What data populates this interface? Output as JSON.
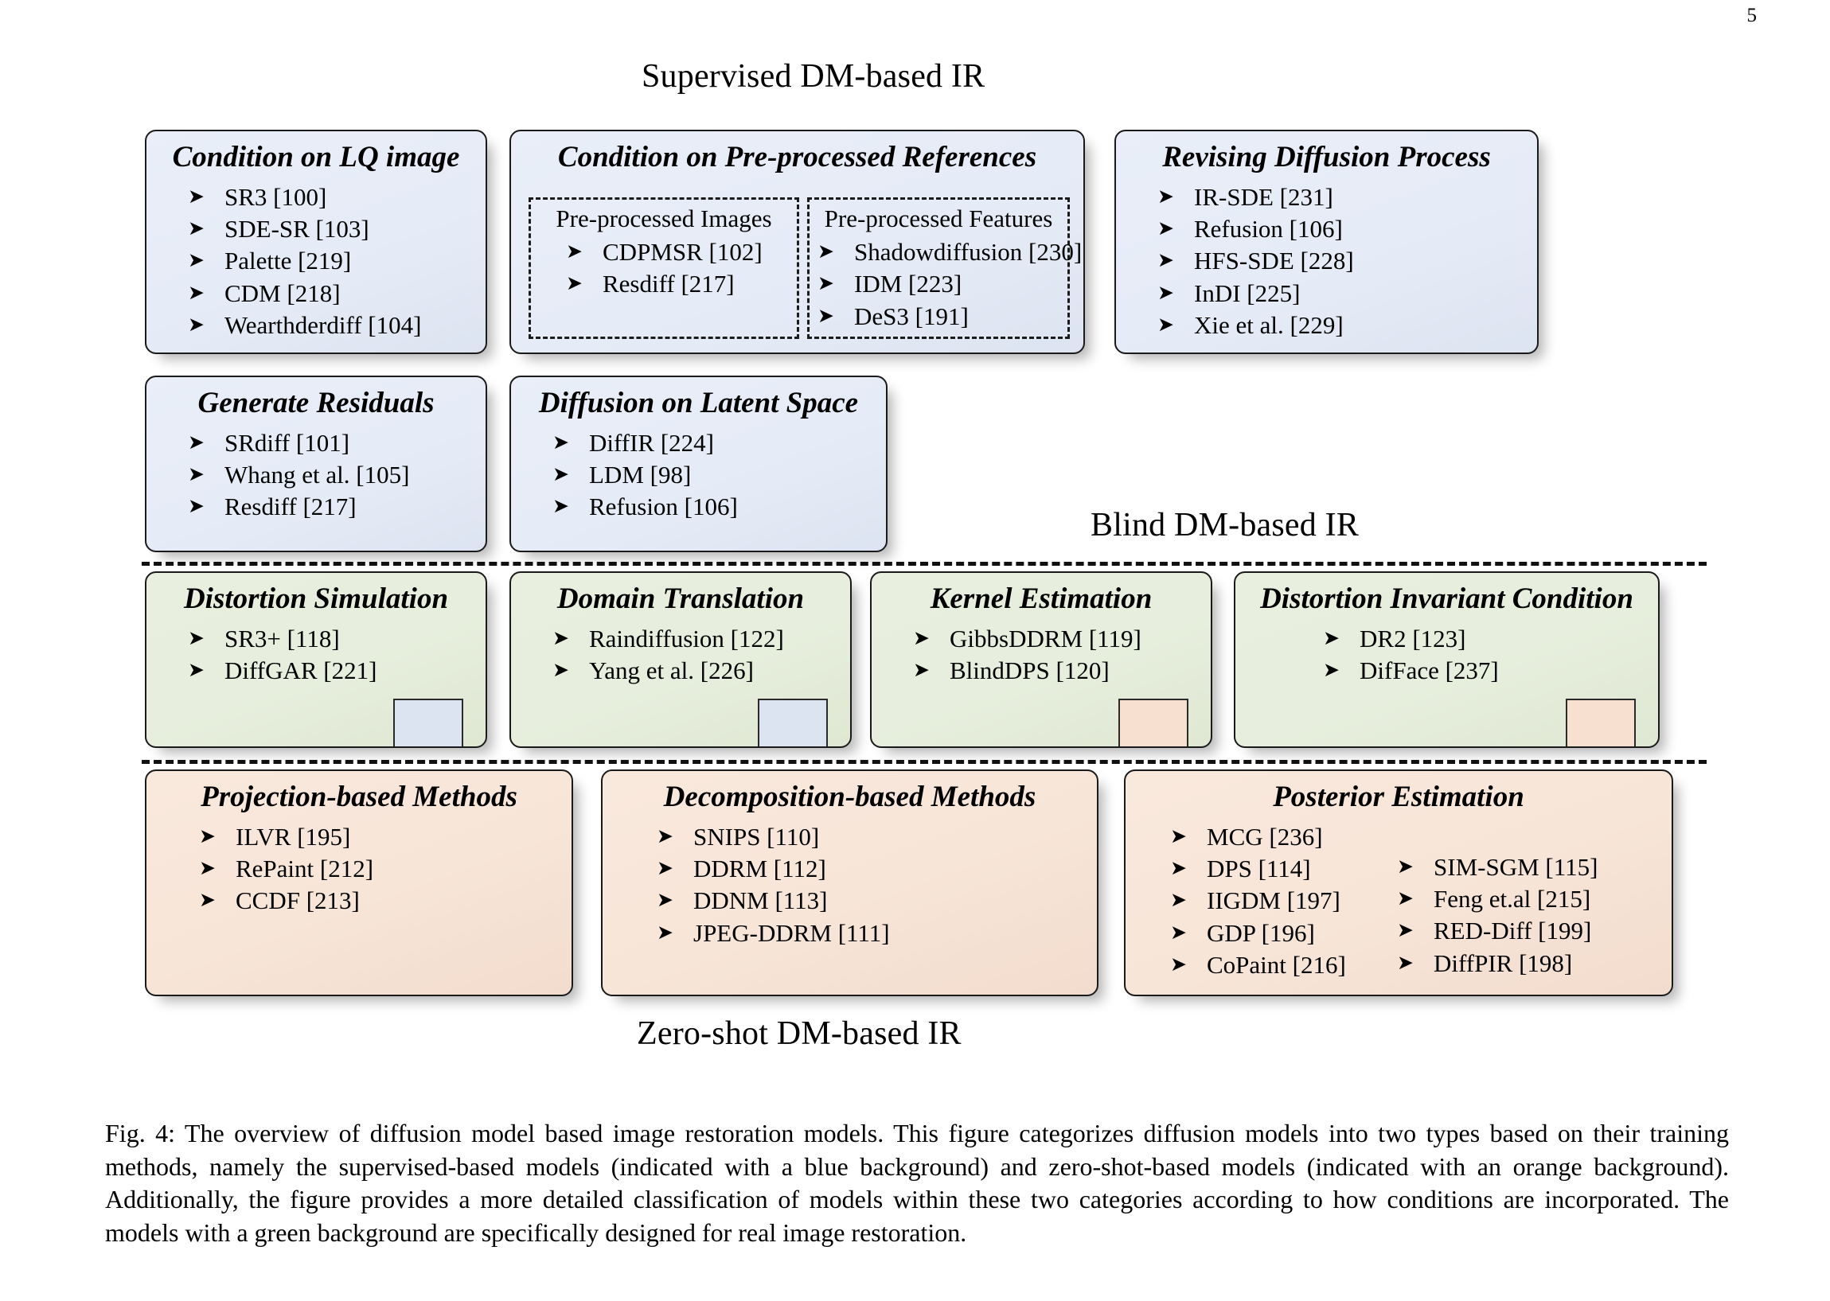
{
  "page": {
    "number": "5"
  },
  "headings": {
    "supervised": "Supervised DM-based IR",
    "blind": "Blind DM-based IR",
    "zeroshot": "Zero-shot DM-based IR"
  },
  "cards": {
    "condition_lq": {
      "title": "Condition on LQ image",
      "items": [
        "SR3 [100]",
        "SDE-SR [103]",
        "Palette [219]",
        "CDM [218]",
        "Wearthderdiff [104]"
      ]
    },
    "condition_refs": {
      "title": "Condition on Pre-processed References",
      "sub_images": {
        "title": "Pre-processed Images",
        "items": [
          "CDPMSR [102]",
          "Resdiff [217]"
        ]
      },
      "sub_features": {
        "title": "Pre-processed Features",
        "items": [
          "Shadowdiffusion [230]",
          "IDM [223]",
          "DeS3 [191]"
        ]
      }
    },
    "revising": {
      "title": "Revising Diffusion Process",
      "items": [
        "IR-SDE [231]",
        "Refusion [106]",
        "HFS-SDE [228]",
        "InDI [225]",
        "Xie et al. [229]"
      ]
    },
    "generate_residuals": {
      "title": "Generate Residuals",
      "items": [
        "SRdiff [101]",
        "Whang et al. [105]",
        "Resdiff [217]"
      ]
    },
    "latent_space": {
      "title": "Diffusion on Latent Space",
      "items": [
        "DiffIR [224]",
        "LDM [98]",
        "Refusion [106]"
      ]
    },
    "distortion_simulation": {
      "title": "Distortion Simulation",
      "items": [
        "SR3+ [118]",
        "DiffGAR [221]"
      ],
      "chip": "blue"
    },
    "domain_translation": {
      "title": "Domain Translation",
      "items": [
        "Raindiffusion [122]",
        "Yang et al. [226]"
      ],
      "chip": "blue"
    },
    "kernel_estimation": {
      "title": "Kernel Estimation",
      "items": [
        "GibbsDDRM [119]",
        "BlindDPS [120]"
      ],
      "chip": "peach"
    },
    "distortion_invariant": {
      "title": "Distortion Invariant Condition",
      "items": [
        "DR2 [123]",
        "DifFace [237]"
      ],
      "chip": "peach"
    },
    "projection": {
      "title": "Projection-based Methods",
      "items": [
        "ILVR [195]",
        "RePaint [212]",
        "CCDF [213]"
      ]
    },
    "decomposition": {
      "title": "Decomposition-based Methods",
      "items": [
        "SNIPS [110]",
        "DDRM [112]",
        "DDNM [113]",
        "JPEG-DDRM [111]"
      ]
    },
    "posterior": {
      "title": "Posterior Estimation",
      "items_left": [
        "MCG [236]",
        "DPS [114]",
        "IIGDM [197]",
        "GDP [196]",
        "CoPaint [216]"
      ],
      "items_right": [
        "SIM-SGM [115]",
        "Feng et.al [215]",
        "RED-Diff [199]",
        "DiffPIR [198]"
      ]
    }
  },
  "caption": "Fig. 4: The overview of diffusion model based image restoration models. This figure categorizes diffusion models into two types based on their training methods, namely the supervised-based models (indicated with a blue background) and zero-shot-based models (indicated with an orange background). Additionally, the figure provides a more detailed classification of models within these two categories according to how conditions are incorporated. The models with a green background are specifically designed for real image restoration.",
  "colors": {
    "blue_bg": "#e6ecf7",
    "green_bg": "#e7eedd",
    "peach_bg": "#f7e5d8",
    "border": "#1a1a1a"
  }
}
